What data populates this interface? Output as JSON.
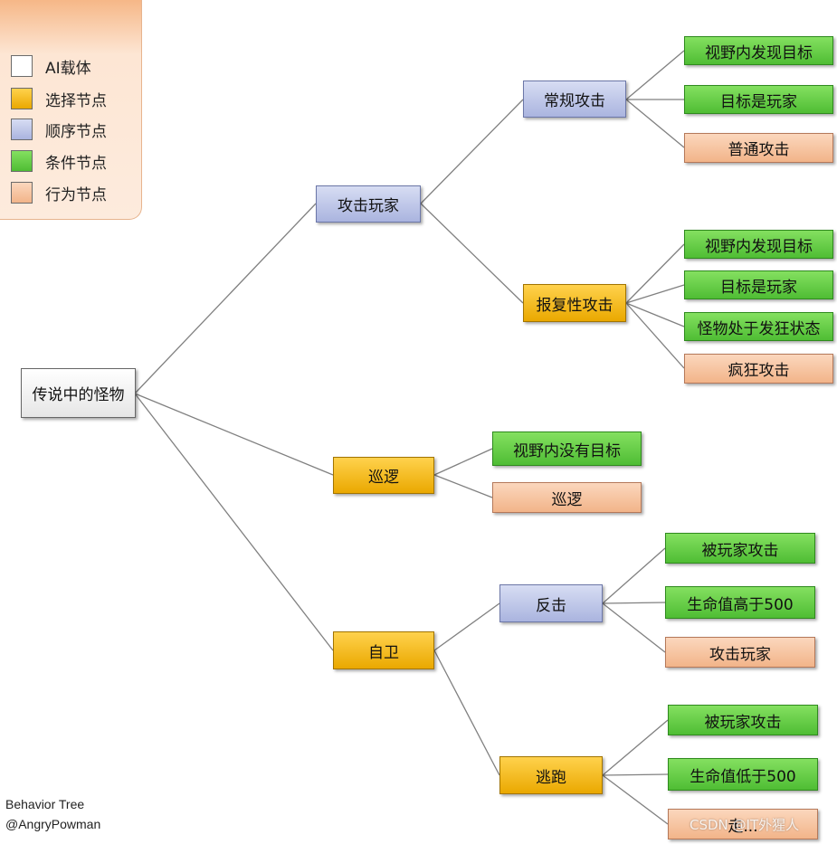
{
  "legend": {
    "items": [
      {
        "label": "AI载体",
        "color": "#ffffff"
      },
      {
        "label": "选择节点",
        "color": "#f0b400"
      },
      {
        "label": "顺序节点",
        "color": "#b3bce6"
      },
      {
        "label": "条件节点",
        "color": "#5cc63c"
      },
      {
        "label": "行为节点",
        "color": "#f7c39f"
      }
    ]
  },
  "tree": {
    "root": "传说中的怪物",
    "attack_player": "攻击玩家",
    "normal_attack": "常规攻击",
    "na_cond_target_in_view": "视野内发现目标",
    "na_cond_target_is_player": "目标是玩家",
    "na_action": "普通攻击",
    "revenge_attack": "报复性攻击",
    "ra_cond_target_in_view": "视野内发现目标",
    "ra_cond_target_is_player": "目标是玩家",
    "ra_cond_berserk": "怪物处于发狂状态",
    "ra_action": "疯狂攻击",
    "patrol": "巡逻",
    "patrol_cond_no_target": "视野内没有目标",
    "patrol_action": "巡逻",
    "self_defense": "自卫",
    "counter": "反击",
    "c_cond_attacked": "被玩家攻击",
    "c_cond_hp_high": "生命值高于500",
    "c_action": "攻击玩家",
    "flee": "逃跑",
    "f_cond_attacked": "被玩家攻击",
    "f_cond_hp_low": "生命值低于500",
    "f_action": "走..."
  },
  "credits": {
    "line1": "Behavior Tree",
    "line2": "@AngryPowman"
  },
  "watermark": "CSDN @IT外猩人"
}
